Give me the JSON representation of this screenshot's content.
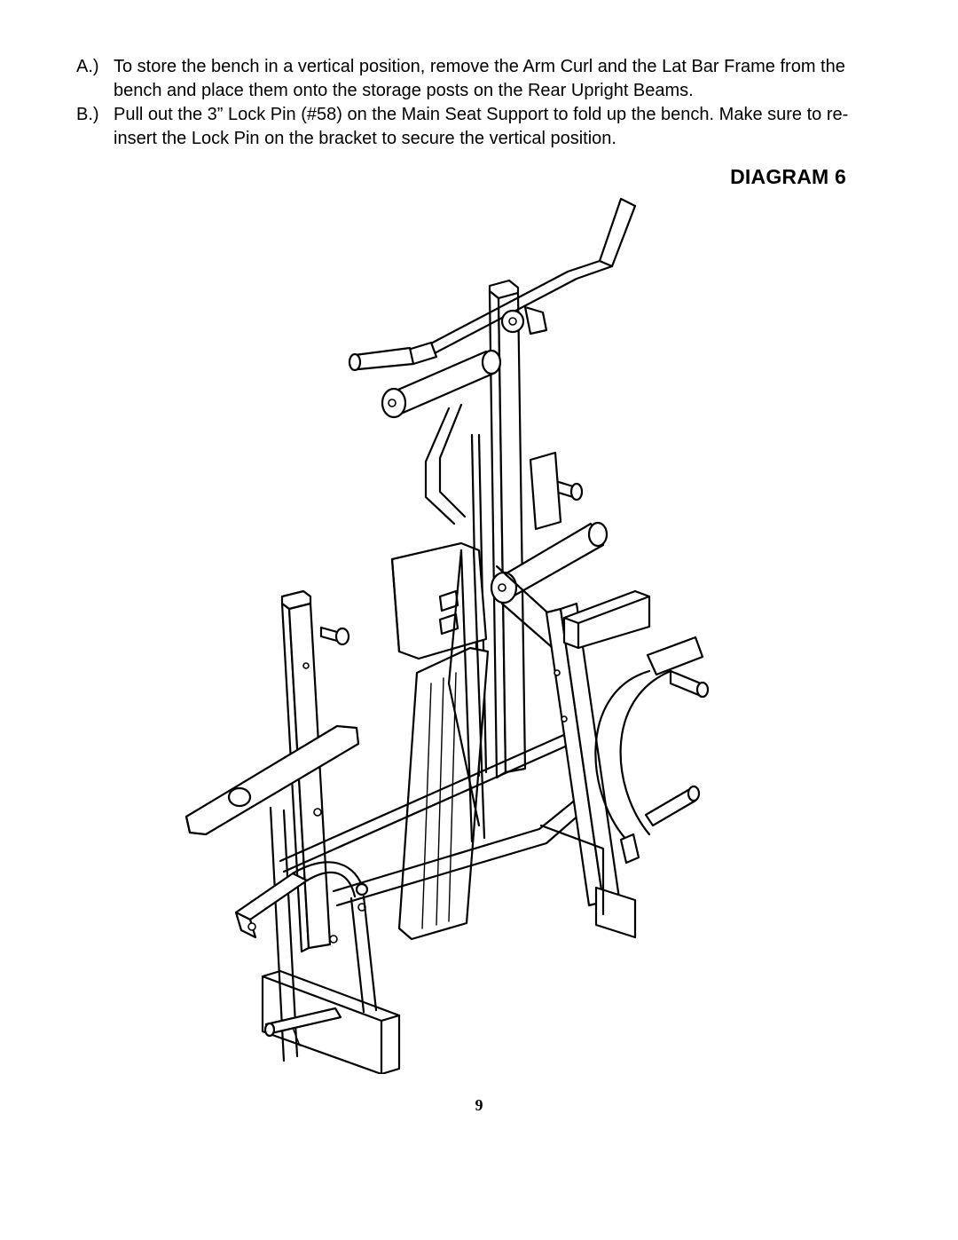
{
  "instructions": {
    "step_a": {
      "letter": "A.)",
      "text": "To store the bench in a vertical position, remove the Arm Curl and the Lat Bar Frame from the bench and place them onto the storage posts on the Rear Upright Beams."
    },
    "step_b": {
      "letter": "B.)",
      "text": "Pull out the 3” Lock Pin (#58) on the Main Seat Support to fold up the bench.  Make sure to re-insert the Lock Pin on the bracket to secure the vertical position."
    }
  },
  "diagram": {
    "title": "DIAGRAM 6"
  },
  "page_number": "9"
}
